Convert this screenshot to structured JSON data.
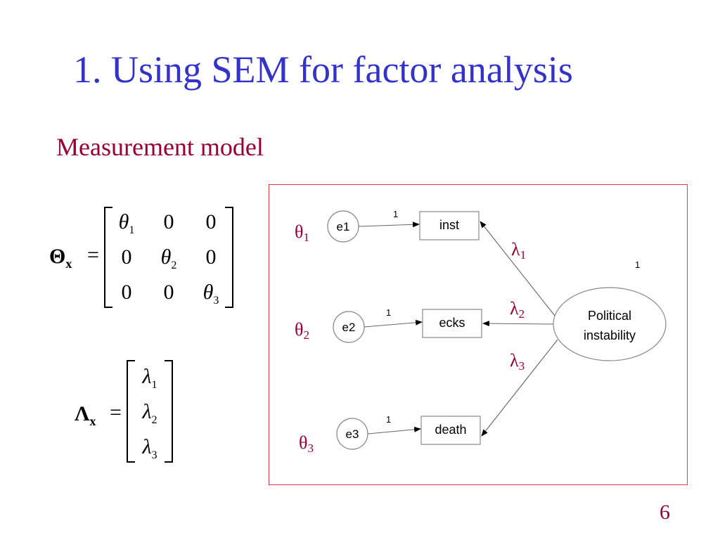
{
  "slide": {
    "title": "1. Using SEM for factor analysis",
    "subtitle": "Measurement model",
    "page_number": "6"
  },
  "theta_eq": {
    "symbol": "Θ",
    "subscript": "x",
    "equals": "=",
    "rows": [
      [
        {
          "sym": "θ",
          "sub": "1"
        },
        {
          "sym": "0",
          "sub": ""
        },
        {
          "sym": "0",
          "sub": ""
        }
      ],
      [
        {
          "sym": "0",
          "sub": ""
        },
        {
          "sym": "θ",
          "sub": "2"
        },
        {
          "sym": "0",
          "sub": ""
        }
      ],
      [
        {
          "sym": "0",
          "sub": ""
        },
        {
          "sym": "0",
          "sub": ""
        },
        {
          "sym": "θ",
          "sub": "3"
        }
      ]
    ]
  },
  "lambda_eq": {
    "symbol": "Λ",
    "subscript": "x",
    "equals": "=",
    "rows": [
      {
        "sym": "λ",
        "sub": "1"
      },
      {
        "sym": "λ",
        "sub": "2"
      },
      {
        "sym": "λ",
        "sub": "3"
      }
    ]
  },
  "diagram": {
    "errors": [
      {
        "id": "e1",
        "label": "e1",
        "theta_sym": "θ",
        "theta_sub": "1",
        "path_label": "1"
      },
      {
        "id": "e2",
        "label": "e2",
        "theta_sym": "θ",
        "theta_sub": "2",
        "path_label": "1"
      },
      {
        "id": "e3",
        "label": "e3",
        "theta_sym": "θ",
        "theta_sub": "3",
        "path_label": "1"
      }
    ],
    "indicators": [
      {
        "id": "inst",
        "label": "inst",
        "lambda_sym": "λ",
        "lambda_sub": "1"
      },
      {
        "id": "ecks",
        "label": "ecks",
        "lambda_sym": "λ",
        "lambda_sub": "2"
      },
      {
        "id": "death",
        "label": "death",
        "lambda_sym": "λ",
        "lambda_sub": "3"
      }
    ],
    "factor": {
      "line1": "Political",
      "line2": "instability",
      "variance_label": "1"
    },
    "colors": {
      "border": "#e23b3b",
      "greek": "#990033",
      "title": "#3333cc",
      "subtitle": "#990033"
    }
  }
}
